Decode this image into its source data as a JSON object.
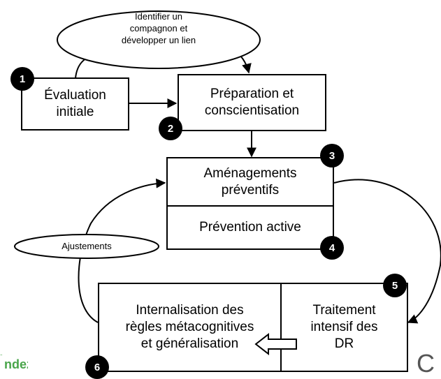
{
  "nodes": {
    "evaluation": "Évaluation\ninitiale",
    "preparation": "Préparation et\nconscientisation",
    "amenagements": "Aménagements\npréventifs",
    "prevention": "Prévention active",
    "internalisation": "Internalisation des\nrègles métacognitives\net généralisation",
    "traitement": "Traitement\nintensif des\nDR"
  },
  "ellipses": {
    "compagnon": "Identifier un\ncompagnon et\ndévelopper un lien",
    "ajustements": "Ajustements"
  },
  "steps": [
    "1",
    "2",
    "3",
    "4",
    "5",
    "6"
  ],
  "logo": {
    "text": "ndez-",
    "color": "#49a54a"
  },
  "corner_glyph": "C"
}
